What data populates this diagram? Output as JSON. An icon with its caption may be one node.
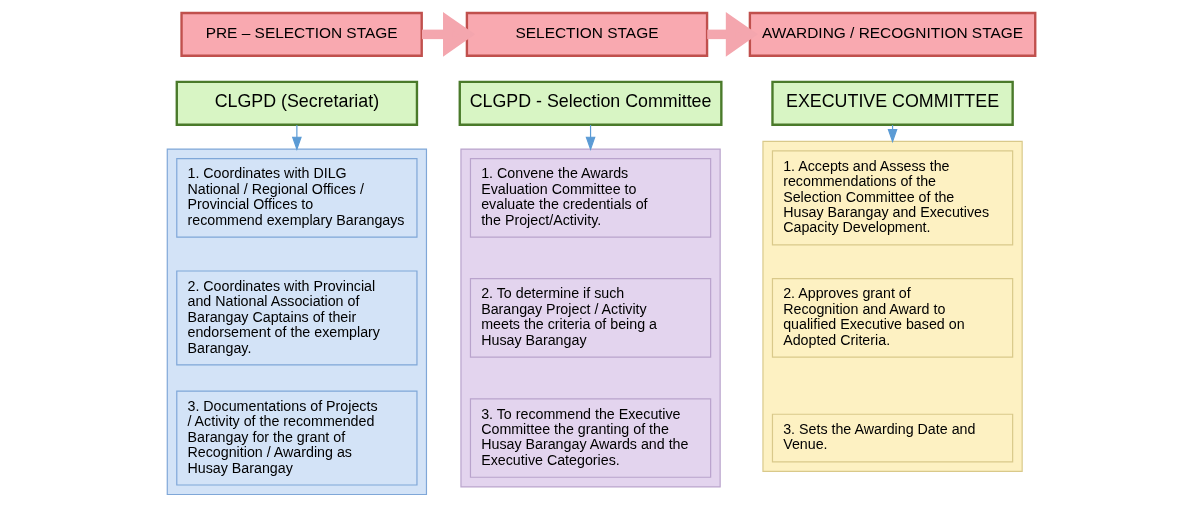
{
  "diagram": {
    "nodes": [
      {
        "text": [
          "PRE – SELECTION STAGE"
        ]
      },
      {
        "text": [
          "CLGPD (Secretariat)"
        ]
      },
      {
        "text": [],
        "shape": "box"
      },
      {
        "text": [
          "1. Coordinates with DILG National / Regional Offices / Provincial Offices to recommend exemplary Barangays"
        ],
        "in": 2
      },
      {
        "text": [
          "2. Coordinates with Provincial and National Association of Barangay Captains of their endorsement of the exemplary Barangay."
        ],
        "in": 2
      },
      {
        "text": [
          "3. Documentations of Projects / Activity of the recommended Barangay for the grant of Recognition / Awarding as Husay Barangay"
        ],
        "in": 2
      },
      {
        "text": [
          "SELECTION STAGE"
        ]
      },
      {
        "text": [
          "CLGPD - Selection Committee"
        ]
      },
      {
        "text": [],
        "shape": "box"
      },
      {
        "text": [
          "1. Convene the Awards Evaluation Committee to evaluate the credentials of the Project/Activity."
        ],
        "in": 8
      },
      {
        "text": [
          "2. To determine if such Barangay Project / Activity meets the criteria of being a Husay Barangay"
        ],
        "in": 8
      },
      {
        "text": [
          "3. To recommend the Executive Committee the granting of the Husay Barangay Awards and the Executive Categories."
        ],
        "in": 8
      },
      {
        "text": [
          "AWARDING / RECOGNITION STAGE"
        ]
      },
      {
        "text": [
          "EXECUTIVE COMMITTEE"
        ]
      },
      {
        "text": [],
        "shape": "box"
      },
      {
        "text": [
          "1. Accepts and Assess the recommendations of the Selection Committee of the Husay Barangay and Executives Capacity Development."
        ],
        "in": 14
      },
      {
        "text": [
          "2. Approves grant of Recognition and Award to qualified Executive based on Adopted Criteria."
        ],
        "in": 14
      },
      {
        "text": [
          "3. Sets the Awarding Date and Venue."
        ],
        "in": 14
      }
    ],
    "edges": [
      {
        "from": 0,
        "to": 6,
        "arrow": "to",
        "style": "thick",
        "color": "#f4a6ae"
      },
      {
        "from": 6,
        "to": 12,
        "arrow": "to",
        "style": "thick",
        "color": "#f4a6ae"
      },
      {
        "from": 1,
        "to": 2,
        "arrow": "to"
      },
      {
        "from": 7,
        "to": 8,
        "arrow": "to"
      },
      {
        "from": 13,
        "to": 14,
        "arrow": "to"
      }
    ]
  }
}
